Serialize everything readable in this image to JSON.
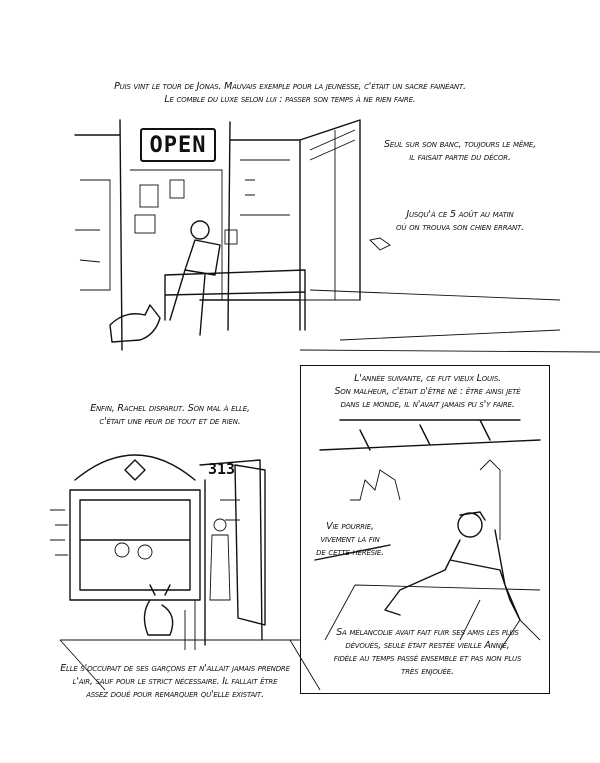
{
  "panel1": {
    "caption": [
      "Puis vint le tour de Jonas. Mauvais exemple pour la jeunesse, c'était un sacré fainéant.",
      "Le comble du luxe selon lui : passer son temps à ne rien faire."
    ],
    "sign": "OPEN",
    "side_caption_1": [
      "Seul sur son banc, toujours le même,",
      "il faisait partie du décor."
    ],
    "side_caption_2": [
      "Jusqu'à ce 5 août au matin",
      "où on trouva son chien errant."
    ]
  },
  "panel2": {
    "caption_top": [
      "Enfin, Rachel disparut. Son mal à elle,",
      "c'était une peur de tout et de rien."
    ],
    "door_number": "313",
    "caption_bottom": [
      "Elle s'occupait de ses garçons et n'allait jamais prendre",
      "l'air, sauf pour le strict nécessaire. Il fallait être",
      "assez doué pour remarquer qu'elle existait."
    ]
  },
  "panel3": {
    "caption_top": [
      "L'année suivante, ce fut vieux Louis.",
      "Son malheur, c'était d'être né : être ainsi jeté",
      "dans le monde, il n'avait jamais pu s'y faire."
    ],
    "speech": [
      "Vie pourrie,",
      "vivement la fin",
      "de cette hérésie."
    ],
    "caption_bottom": [
      "Sa mélancolie avait fait fuir ses amis les plus",
      "dévoués, seule était restée vieille Annie,",
      "fidèle au temps passé ensemble et pas non plus",
      "très enjouée."
    ]
  }
}
